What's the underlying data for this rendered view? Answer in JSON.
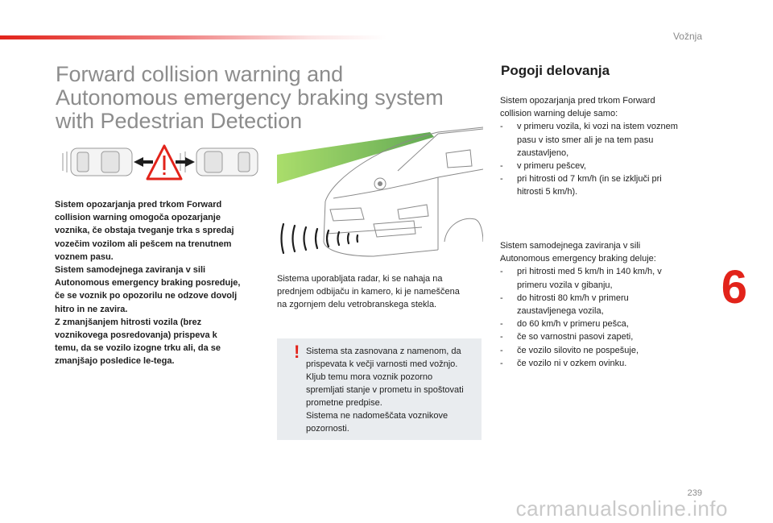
{
  "header": {
    "section": "Vožnja",
    "accent_color": "#e2231a"
  },
  "title_lines": [
    "Forward collision warning and",
    "Autonomous emergency braking system",
    "with Pedestrian Detection"
  ],
  "intro_bold_lines": [
    "Sistem opozarjanja pred trkom Forward",
    "collision warning omogoča opozarjanje",
    "voznika, če obstaja tveganje trka s spredaj",
    "vozečim vozilom ali pešcem na trenutnem",
    "voznem pasu.",
    "Sistem samodejnega zaviranja v sili",
    "Autonomous emergency braking posreduje,",
    "če se voznik po opozorilu ne odzove dovolj",
    "hitro in ne zavira.",
    "Z zmanjšanjem hitrosti vozila (brez",
    "voznikovega posredovanja) prispeva k",
    "temu, da se vozilo izogne trku ali, da se",
    "zmanjšajo posledice le-tega."
  ],
  "illustration": {
    "top_icon": "cars-collision-warning-icon",
    "car_icon": "van-radar-camera-illustration"
  },
  "caption_lines": [
    "Sistema uporabljata radar, ki se nahaja na",
    "prednjem odbijaču in kamero, ki je nameščena",
    "na zgornjem delu vetrobranskega stekla."
  ],
  "note": {
    "mark": "!",
    "lines": [
      "Sistema sta zasnovana z namenom, da",
      "prispevata k večji varnosti med vožnjo.",
      "Kljub temu mora voznik pozorno",
      "spremljati stanje v prometu in spoštovati",
      "prometne predpise.",
      "Sistema ne nadomeščata voznikove",
      "pozornosti."
    ]
  },
  "conditions": {
    "heading": "Pogoji delovanja",
    "fcw": {
      "intro_lines": [
        "Sistem opozarjanja pred trkom Forward",
        "collision warning deluje samo:"
      ],
      "items": [
        [
          "v primeru vozila, ki vozi na istem voznem",
          "pasu v isto smer ali je na tem pasu",
          "zaustavljeno,"
        ],
        [
          "v primeru pešcev,"
        ],
        [
          "pri hitrosti od 7 km/h (in se izključi pri",
          "hitrosti 5 km/h)."
        ]
      ]
    },
    "aeb": {
      "intro_lines": [
        "Sistem samodejnega zaviranja v sili",
        "Autonomous emergency braking deluje:"
      ],
      "items": [
        [
          "pri hitrosti med 5 km/h in 140 km/h, v",
          "primeru vozila v gibanju,"
        ],
        [
          "do hitrosti 80 km/h v primeru",
          "zaustavljenega vozila,"
        ],
        [
          "do 60 km/h v primeru pešca,"
        ],
        [
          "če so varnostni pasovi zapeti,"
        ],
        [
          "če vozilo silovito ne pospešuje,"
        ],
        [
          "če vozilo ni v ozkem ovinku."
        ]
      ]
    },
    "dash": "-"
  },
  "chapter": "6",
  "page_number": "239",
  "watermark": "carmanualsonline.info"
}
